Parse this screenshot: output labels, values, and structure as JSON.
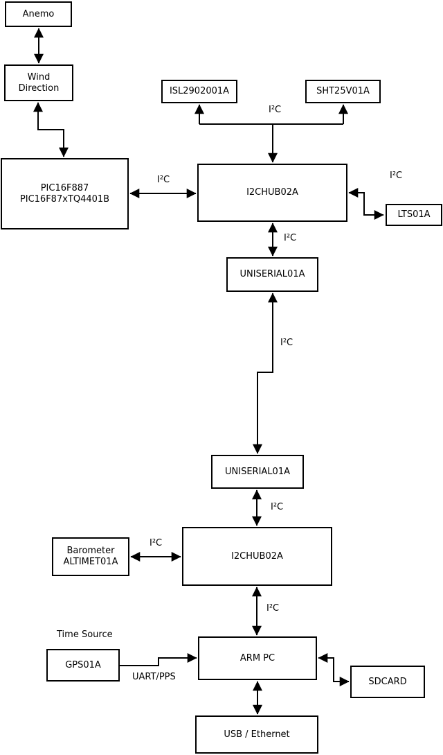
{
  "diagram": {
    "nodes": {
      "anemo": {
        "line1": "Anemo"
      },
      "wind": {
        "line1": "Wind",
        "line2": "Direction"
      },
      "pic": {
        "line1": "PIC16F887",
        "line2": "PIC16F87xTQ4401B"
      },
      "isl": {
        "line1": "ISL2902001A"
      },
      "sht": {
        "line1": "SHT25V01A"
      },
      "hub1": {
        "line1": "I2CHUB02A"
      },
      "lts": {
        "line1": "LTS01A"
      },
      "uniserial1": {
        "line1": "UNISERIAL01A"
      },
      "uniserial2": {
        "line1": "UNISERIAL01A"
      },
      "hub2": {
        "line1": "I2CHUB02A"
      },
      "barometer": {
        "line1": "Barometer",
        "line2": "ALTIMET01A"
      },
      "gps": {
        "line1": "GPS01A"
      },
      "armpc": {
        "line1": "ARM PC"
      },
      "sdcard": {
        "line1": "SDCARD"
      },
      "usb": {
        "line1": "USB / Ethernet"
      }
    },
    "edge_labels": {
      "i2c_sensors": "I²C",
      "i2c_pic_hub1": "I²C",
      "i2c_hub1_lts": "I²C",
      "i2c_hub1_uniserial1": "I²C",
      "i2c_uniserial_link": "I²C",
      "i2c_uniserial2_hub2": "I²C",
      "i2c_barometer_hub2": "I²C",
      "i2c_hub2_armpc": "I²C",
      "time_source": "Time Source",
      "uart_pps": "UART/PPS"
    },
    "colors": {
      "background": "#ffffff",
      "line": "#000000",
      "box_border": "#000000",
      "text": "#000000"
    }
  }
}
